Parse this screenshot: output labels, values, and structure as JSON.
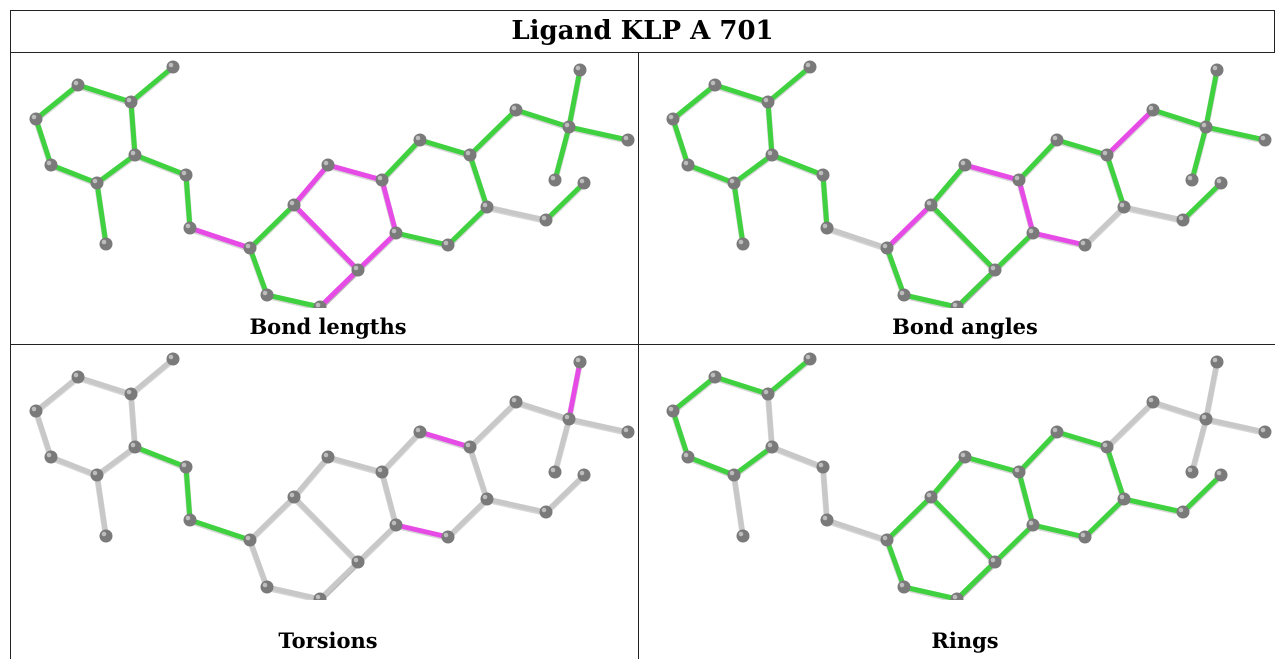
{
  "title": "Ligand KLP A 701",
  "colors": {
    "ok": "#3fd13f",
    "outlier": "#e64be6",
    "neutral": "#c8c8c8",
    "atom": "#7a7a7a"
  },
  "panels": [
    {
      "caption": "Bond lengths",
      "colors": [
        "g",
        "g",
        "g",
        "g",
        "g",
        "g",
        "g",
        "g",
        "g",
        "g",
        "m",
        "g",
        "m",
        "m",
        "m",
        "m",
        "m",
        "m",
        "g",
        "g",
        "g",
        "g",
        "g",
        "g",
        "g",
        "g",
        "g",
        "g",
        "g",
        "g",
        "n",
        "g",
        "m"
      ]
    },
    {
      "caption": "Bond angles",
      "colors": [
        "g",
        "g",
        "g",
        "g",
        "g",
        "g",
        "g",
        "g",
        "g",
        "g",
        "n",
        "m",
        "g",
        "m",
        "m",
        "g",
        "g",
        "m",
        "g",
        "g",
        "g",
        "g",
        "g",
        "n",
        "m",
        "m",
        "g",
        "g",
        "g",
        "g",
        "n",
        "g",
        "g"
      ]
    },
    {
      "caption": "Torsions",
      "colors": [
        "n",
        "n",
        "n",
        "n",
        "n",
        "n",
        "n",
        "n",
        "g",
        "g",
        "g",
        "n",
        "n",
        "n",
        "n",
        "n",
        "n",
        "n",
        "n",
        "n",
        "n",
        "m",
        "n",
        "n",
        "m",
        "n",
        "n",
        "m",
        "n",
        "n",
        "n",
        "n",
        "n"
      ]
    },
    {
      "caption": "Rings",
      "colors": [
        "g",
        "g",
        "g",
        "g",
        "g",
        "g",
        "n",
        "n",
        "n",
        "n",
        "n",
        "g",
        "g",
        "g",
        "g",
        "g",
        "g",
        "g",
        "g",
        "g",
        "g",
        "g",
        "g",
        "g",
        "g",
        "n",
        "n",
        "n",
        "n",
        "n",
        "g",
        "g",
        "g"
      ]
    }
  ]
}
